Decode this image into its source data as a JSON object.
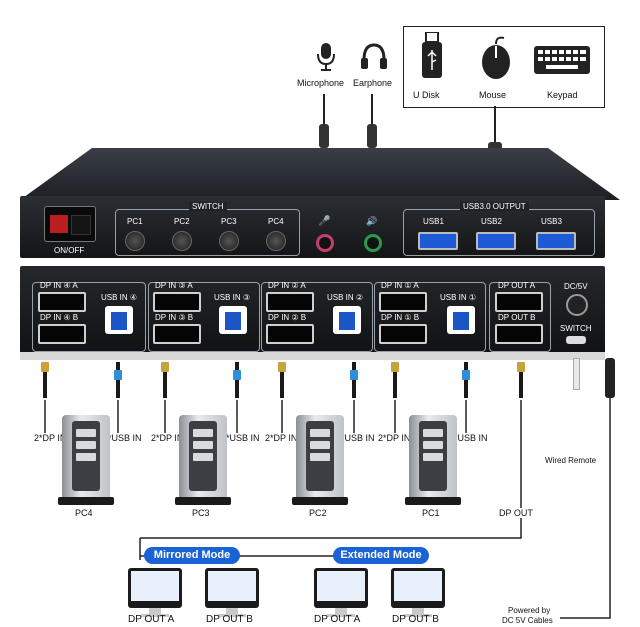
{
  "peripherals": {
    "microphone": "Microphone",
    "earphone": "Earphone",
    "udisk": "U Disk",
    "mouse": "Mouse",
    "keypad": "Keypad"
  },
  "front_panel": {
    "power_label": "ON/OFF",
    "switch_title": "SWITCH",
    "pc_buttons": [
      "PC1",
      "PC2",
      "PC3",
      "PC4"
    ],
    "usb_output_title": "USB3.0 OUTPUT",
    "usb_ports": [
      "USB1",
      "USB2",
      "USB3"
    ]
  },
  "back_panel": {
    "groups": [
      {
        "dp_a": "DP IN ④ A",
        "dp_b": "DP IN ④ B",
        "usb": "USB IN ④"
      },
      {
        "dp_a": "DP IN ③ A",
        "dp_b": "DP IN ③ B",
        "usb": "USB IN ③"
      },
      {
        "dp_a": "DP IN ② A",
        "dp_b": "DP IN ② B",
        "usb": "USB IN ②"
      },
      {
        "dp_a": "DP IN ① A",
        "dp_b": "DP IN ① B",
        "usb": "USB IN ①"
      }
    ],
    "dp_out_a": "DP OUT A",
    "dp_out_b": "DP OUT B",
    "dc": "DC/5V",
    "switch": "SWITCH"
  },
  "connections": {
    "dp_in": "2*DP IN",
    "usb_in": "1*USB IN",
    "computers": [
      "PC4",
      "PC3",
      "PC2",
      "PC1"
    ],
    "dp_out": "DP OUT",
    "wired_remote": "Wired Remote",
    "powered_by": "Powered by",
    "dc_cables": "DC 5V Cables"
  },
  "modes": {
    "mirrored": "Mirrored Mode",
    "extended": "Extended Mode",
    "monitor_labels": [
      "DP OUT A",
      "DP OUT B",
      "DP OUT A",
      "DP OUT B"
    ]
  },
  "colors": {
    "accent_blue": "#1a63d6",
    "usb_blue": "#1d5ad6",
    "mic_pink": "#c0406a",
    "earphone_green": "#2a9a4a"
  }
}
